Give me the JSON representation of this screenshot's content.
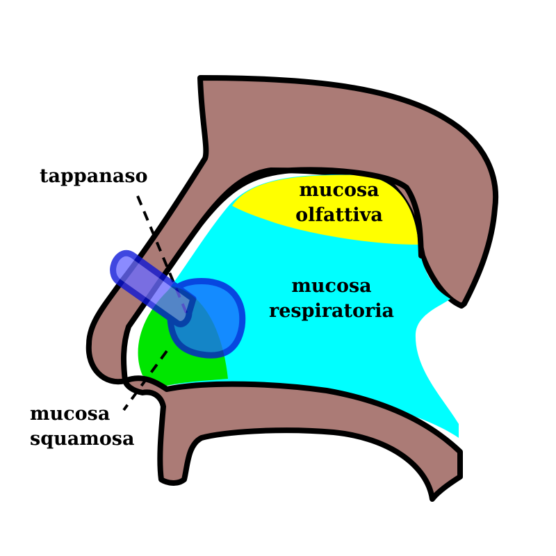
{
  "labels": {
    "nose_plug": "tappanaso",
    "olfactory": [
      "mucosa",
      "olfattiva"
    ],
    "respiratory": [
      "mucosa",
      "respiratoria"
    ],
    "squamous": [
      "mucosa",
      "squamosa"
    ]
  },
  "colors": {
    "tissue": "#ab7b76",
    "olfactory": "#ffff00",
    "respiratory": "#00ffff",
    "squamous": "#00e600",
    "plug": "#1a6bff",
    "plug_outline": "#0a14d8",
    "outline": "#000000"
  }
}
